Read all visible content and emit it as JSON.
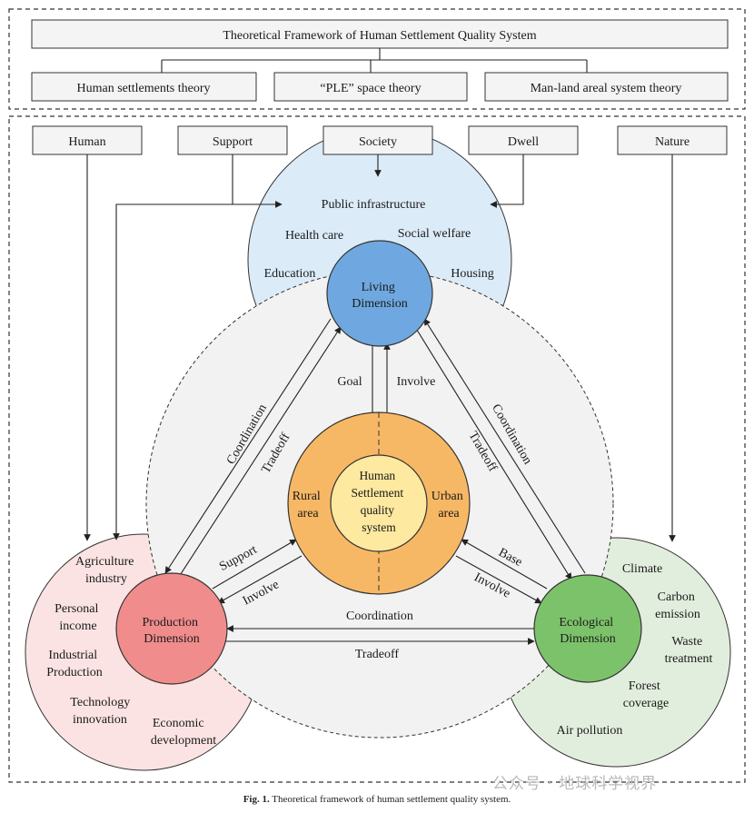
{
  "header": {
    "title": "Theoretical Framework of Human Settlement Quality System",
    "theories": [
      "Human settlements theory",
      "“PLE” space theory",
      "Man-land areal system theory"
    ]
  },
  "inputs": [
    "Human",
    "Support",
    "Society",
    "Dwell",
    "Nature"
  ],
  "living": {
    "center": [
      "Living",
      "Dimension"
    ],
    "items": {
      "public": "Public infrastructure",
      "health": "Health care",
      "welfare": "Social welfare",
      "education": "Education",
      "housing": "Housing"
    }
  },
  "production": {
    "center": [
      "Production",
      "Dimension"
    ],
    "items": {
      "agri": [
        "Agriculture",
        "industry"
      ],
      "income": [
        "Personal",
        "income"
      ],
      "industrial": [
        "Industrial",
        "Production"
      ],
      "tech": [
        "Technology",
        "innovation"
      ],
      "economic": [
        "Economic",
        "development"
      ]
    }
  },
  "ecological": {
    "center": [
      "Ecological",
      "Dimension"
    ],
    "items": {
      "climate": "Climate",
      "carbon": [
        "Carbon",
        "emission"
      ],
      "waste": [
        "Waste",
        "treatment"
      ],
      "forest": [
        "Forest",
        "coverage"
      ],
      "air": "Air pollution"
    }
  },
  "core": {
    "inner": [
      "Human",
      "Settlement",
      "quality",
      "system"
    ],
    "rural": [
      "Rural",
      "area"
    ],
    "urban": [
      "Urban",
      "area"
    ]
  },
  "relations": {
    "goal": "Goal",
    "involve": "Involve",
    "coordination": "Coordination",
    "tradeoff": "Tradeoff",
    "support": "Support",
    "base": "Base"
  },
  "colors": {
    "living": "#6fa8e0",
    "living_zone": "#dcebf8",
    "production": "#f08c8c",
    "production_zone": "#fbe3e3",
    "ecological": "#7cc26a",
    "ecological_zone": "#e2eedd",
    "core_outer": "#f7b865",
    "core_inner": "#fde9a0"
  },
  "caption": {
    "label": "Fig. 1.",
    "text": "Theoretical framework of human settlement quality system."
  },
  "watermark": "公众号 · 地球科学视界"
}
